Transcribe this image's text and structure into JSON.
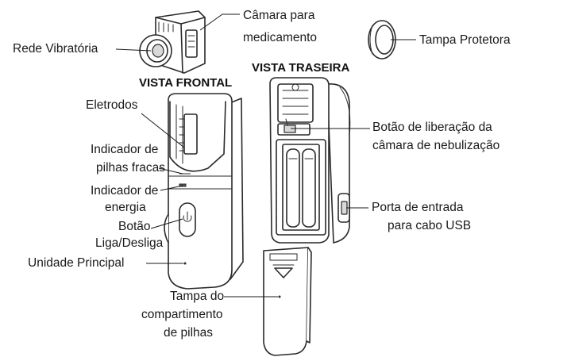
{
  "diagram": {
    "headings": {
      "front_view": "VISTA FRONTAL",
      "rear_view": "VISTA TRASEIRA"
    },
    "labels": {
      "vibrating_mesh": "Rede Vibratória",
      "medication_chamber_line1": "Câmara para",
      "medication_chamber_line2": "medicamento",
      "protective_cap": "Tampa Protetora",
      "electrodes": "Eletrodos",
      "low_battery_line1": "Indicador de",
      "low_battery_line2": "pilhas fracas",
      "power_indicator_line1": "Indicador de",
      "power_indicator_line2": "energia",
      "power_button_line1": "Botão",
      "power_button_line2": "Liga/Desliga",
      "main_unit": "Unidade Principal",
      "release_button_line1": "Botão de liberação da",
      "release_button_line2": "câmara de nebulização",
      "usb_port_line1": "Porta de entrada",
      "usb_port_line2": "para cabo USB",
      "battery_cover_line1": "Tampa do",
      "battery_cover_line2": "compartimento",
      "battery_cover_line3": "de pilhas"
    },
    "icons": {
      "power_symbol": "power-icon",
      "cover_arrow": "down-arrow-icon"
    },
    "colors": {
      "line": "#1a1a1a",
      "shading": "#d9d9d9"
    }
  }
}
